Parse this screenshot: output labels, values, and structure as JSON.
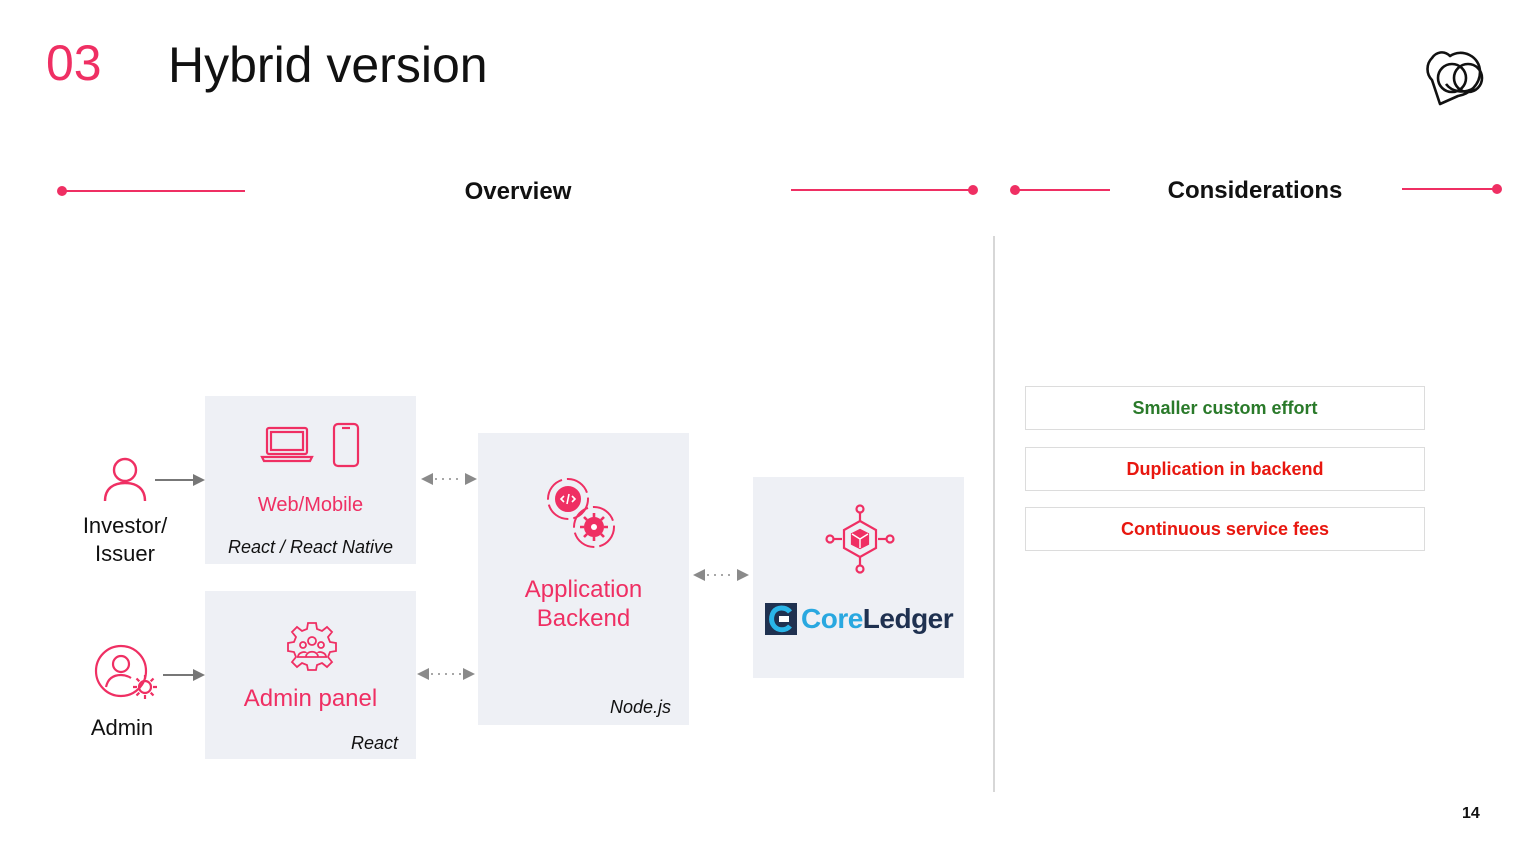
{
  "slide": {
    "section_number": "03",
    "title": "Hybrid version",
    "page_number": "14"
  },
  "colors": {
    "accent": "#ef2f63",
    "positive": "#2a7a2a",
    "negative": "#e8170f",
    "box_bg": "#eef0f5",
    "corelegder_blue": "#1f3150"
  },
  "overview": {
    "heading": "Overview",
    "investor": {
      "label_line1": "Investor/",
      "label_line2": "Issuer",
      "icon": "person-icon"
    },
    "admin": {
      "label": "Admin",
      "icon": "admin-user-gear-icon"
    },
    "web_mobile": {
      "label": "Web/Mobile",
      "tech": "React / React Native",
      "icons": [
        "laptop-icon",
        "phone-icon"
      ]
    },
    "admin_panel": {
      "label": "Admin panel",
      "tech": "React",
      "icon": "team-gear-icon"
    },
    "backend": {
      "label_line1": "Application",
      "label_line2": "Backend",
      "tech": "Node.js",
      "icon": "code-gear-icon"
    },
    "ledger": {
      "brand_part1": "Core",
      "brand_part2": "Ledger",
      "icon": "blockchain-node-icon"
    }
  },
  "considerations": {
    "heading": "Considerations",
    "items": [
      {
        "text": "Smaller custom effort",
        "tone": "positive"
      },
      {
        "text": "Duplication in backend",
        "tone": "negative"
      },
      {
        "text": "Continuous service fees",
        "tone": "negative"
      }
    ]
  }
}
